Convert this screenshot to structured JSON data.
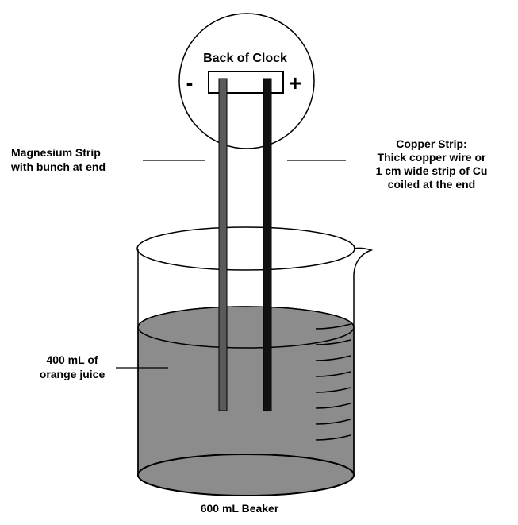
{
  "clock": {
    "title": "Back of Clock",
    "negative_symbol": "-",
    "positive_symbol": "+"
  },
  "magnesium": {
    "line1": "Magnesium Strip",
    "line2": "with bunch at end"
  },
  "copper": {
    "line1": "Copper Strip:",
    "line2": "Thick copper wire or",
    "line3": "1 cm wide strip of Cu",
    "line4": "coiled at the end"
  },
  "juice": {
    "line1": "400 mL of",
    "line2": "orange juice"
  },
  "beaker": {
    "label": "600 mL Beaker"
  },
  "colors": {
    "juice_fill": "#8c8c8c",
    "magnesium_strip": "#5a5a5a",
    "copper_strip": "#111111",
    "outline": "#000000"
  }
}
